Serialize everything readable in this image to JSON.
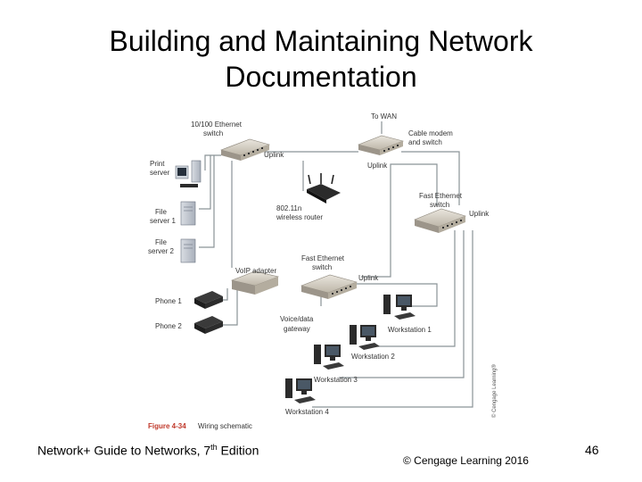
{
  "slide": {
    "title_line1": "Building and Maintaining Network",
    "title_line2": "Documentation",
    "footer_book": "Network+ Guide to Networks, 7",
    "footer_book_sup": "th",
    "footer_book_tail": " Edition",
    "copyright": "© Cengage Learning  2016",
    "page_number": "46"
  },
  "diagram": {
    "labels": {
      "switch_10_100_l1": "10/100 Ethernet",
      "switch_10_100_l2": "switch",
      "to_wan": "To WAN",
      "cable_modem_l1": "Cable modem",
      "cable_modem_l2": "and switch",
      "uplink_a": "Uplink",
      "uplink_b": "Uplink",
      "uplink_c": "Uplink",
      "uplink_d": "Uplink",
      "print_server_l1": "Print",
      "print_server_l2": "server",
      "router_l1": "802.11n",
      "router_l2": "wireless router",
      "fe_switch_top_l1": "Fast Ethernet",
      "fe_switch_top_l2": "switch",
      "file_server1_l1": "File",
      "file_server1_l2": "server 1",
      "file_server2_l1": "File",
      "file_server2_l2": "server 2",
      "voip_adapter": "VoIP adapter",
      "fe_switch_mid_l1": "Fast Ethernet",
      "fe_switch_mid_l2": "switch",
      "phone1": "Phone 1",
      "phone2": "Phone 2",
      "gateway_l1": "Voice/data",
      "gateway_l2": "gateway",
      "workstation1": "Workstation 1",
      "workstation2": "Workstation 2",
      "workstation3": "Workstation 3",
      "workstation4": "Workstation 4",
      "figure_number": "Figure 4-34",
      "figure_caption": "Wiring schematic",
      "credit": "© Cengage Learning®"
    },
    "colors": {
      "figure_number": "#c0392b",
      "cable": "#7f8c8d",
      "device_body": "#cfcac0",
      "device_dark": "#2b2b2b"
    }
  }
}
